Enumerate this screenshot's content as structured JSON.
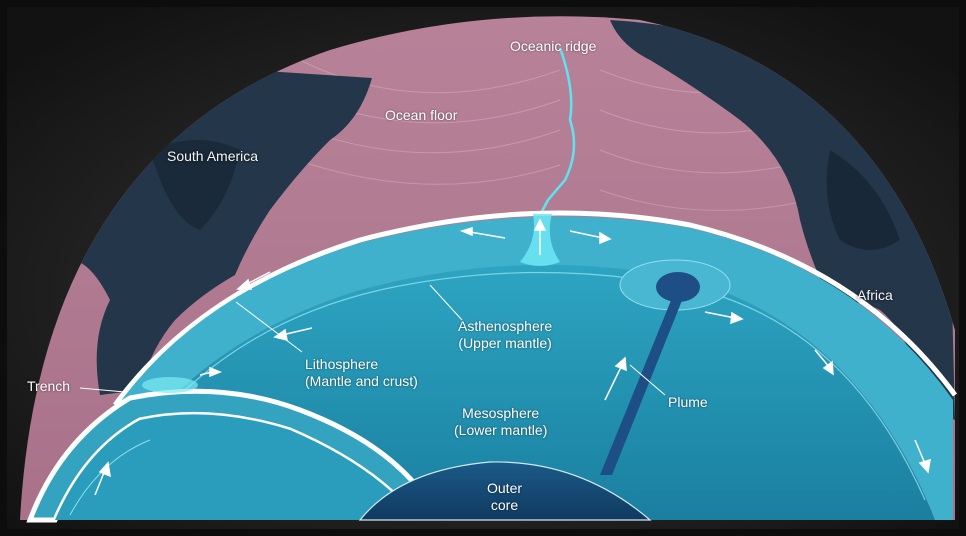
{
  "labels": {
    "oceanic_ridge": "Oceanic ridge",
    "ocean_floor": "Ocean floor",
    "south_america": "South America",
    "africa": "Africa",
    "trench": "Trench",
    "asthenosphere": "Asthenosphere",
    "asthenosphere_sub": "(Upper mantle)",
    "lithosphere": "Lithosphere",
    "lithosphere_sub": "(Mantle and crust)",
    "mesosphere": "Mesosphere",
    "mesosphere_sub": "(Lower mantle)",
    "plume": "Plume",
    "outer_core_1": "Outer",
    "outer_core_2": "core"
  },
  "colors": {
    "background": "#1b1b1b",
    "ocean_floor": "#b27a92",
    "continent": "#24374a",
    "lithosphere": "#3aa8c4",
    "asthenosphere": "#32a0bd",
    "mesosphere": "#1f8bab",
    "outer_core": "#15456e",
    "plume": "#1d4f86",
    "ridge": "#5fe3f2"
  }
}
